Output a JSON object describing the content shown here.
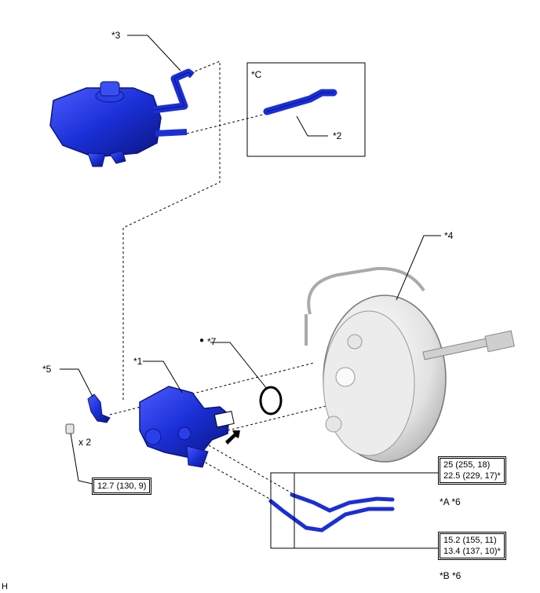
{
  "labels": {
    "p3": "*3",
    "pC": "*C",
    "p2": "*2",
    "p4": "*4",
    "p7": "*7",
    "bullet": "●",
    "p1": "*1",
    "p5": "*5",
    "x2": "x 2",
    "a6": "*A *6",
    "b6": "*B *6",
    "h": "H"
  },
  "torque": {
    "t1": {
      "line1": "12.7 (130, 9)"
    },
    "t2": {
      "line1": "25 (255, 18)",
      "line2": "22.5 (229, 17)*"
    },
    "t3": {
      "line1": "15.2 (155, 11)",
      "line2": "13.4 (137, 10)*"
    }
  },
  "colors": {
    "part_blue": "#1a2fd6",
    "part_blue_dark": "#0b1580",
    "booster_grey": "#e8e8e8",
    "line": "#000000"
  }
}
